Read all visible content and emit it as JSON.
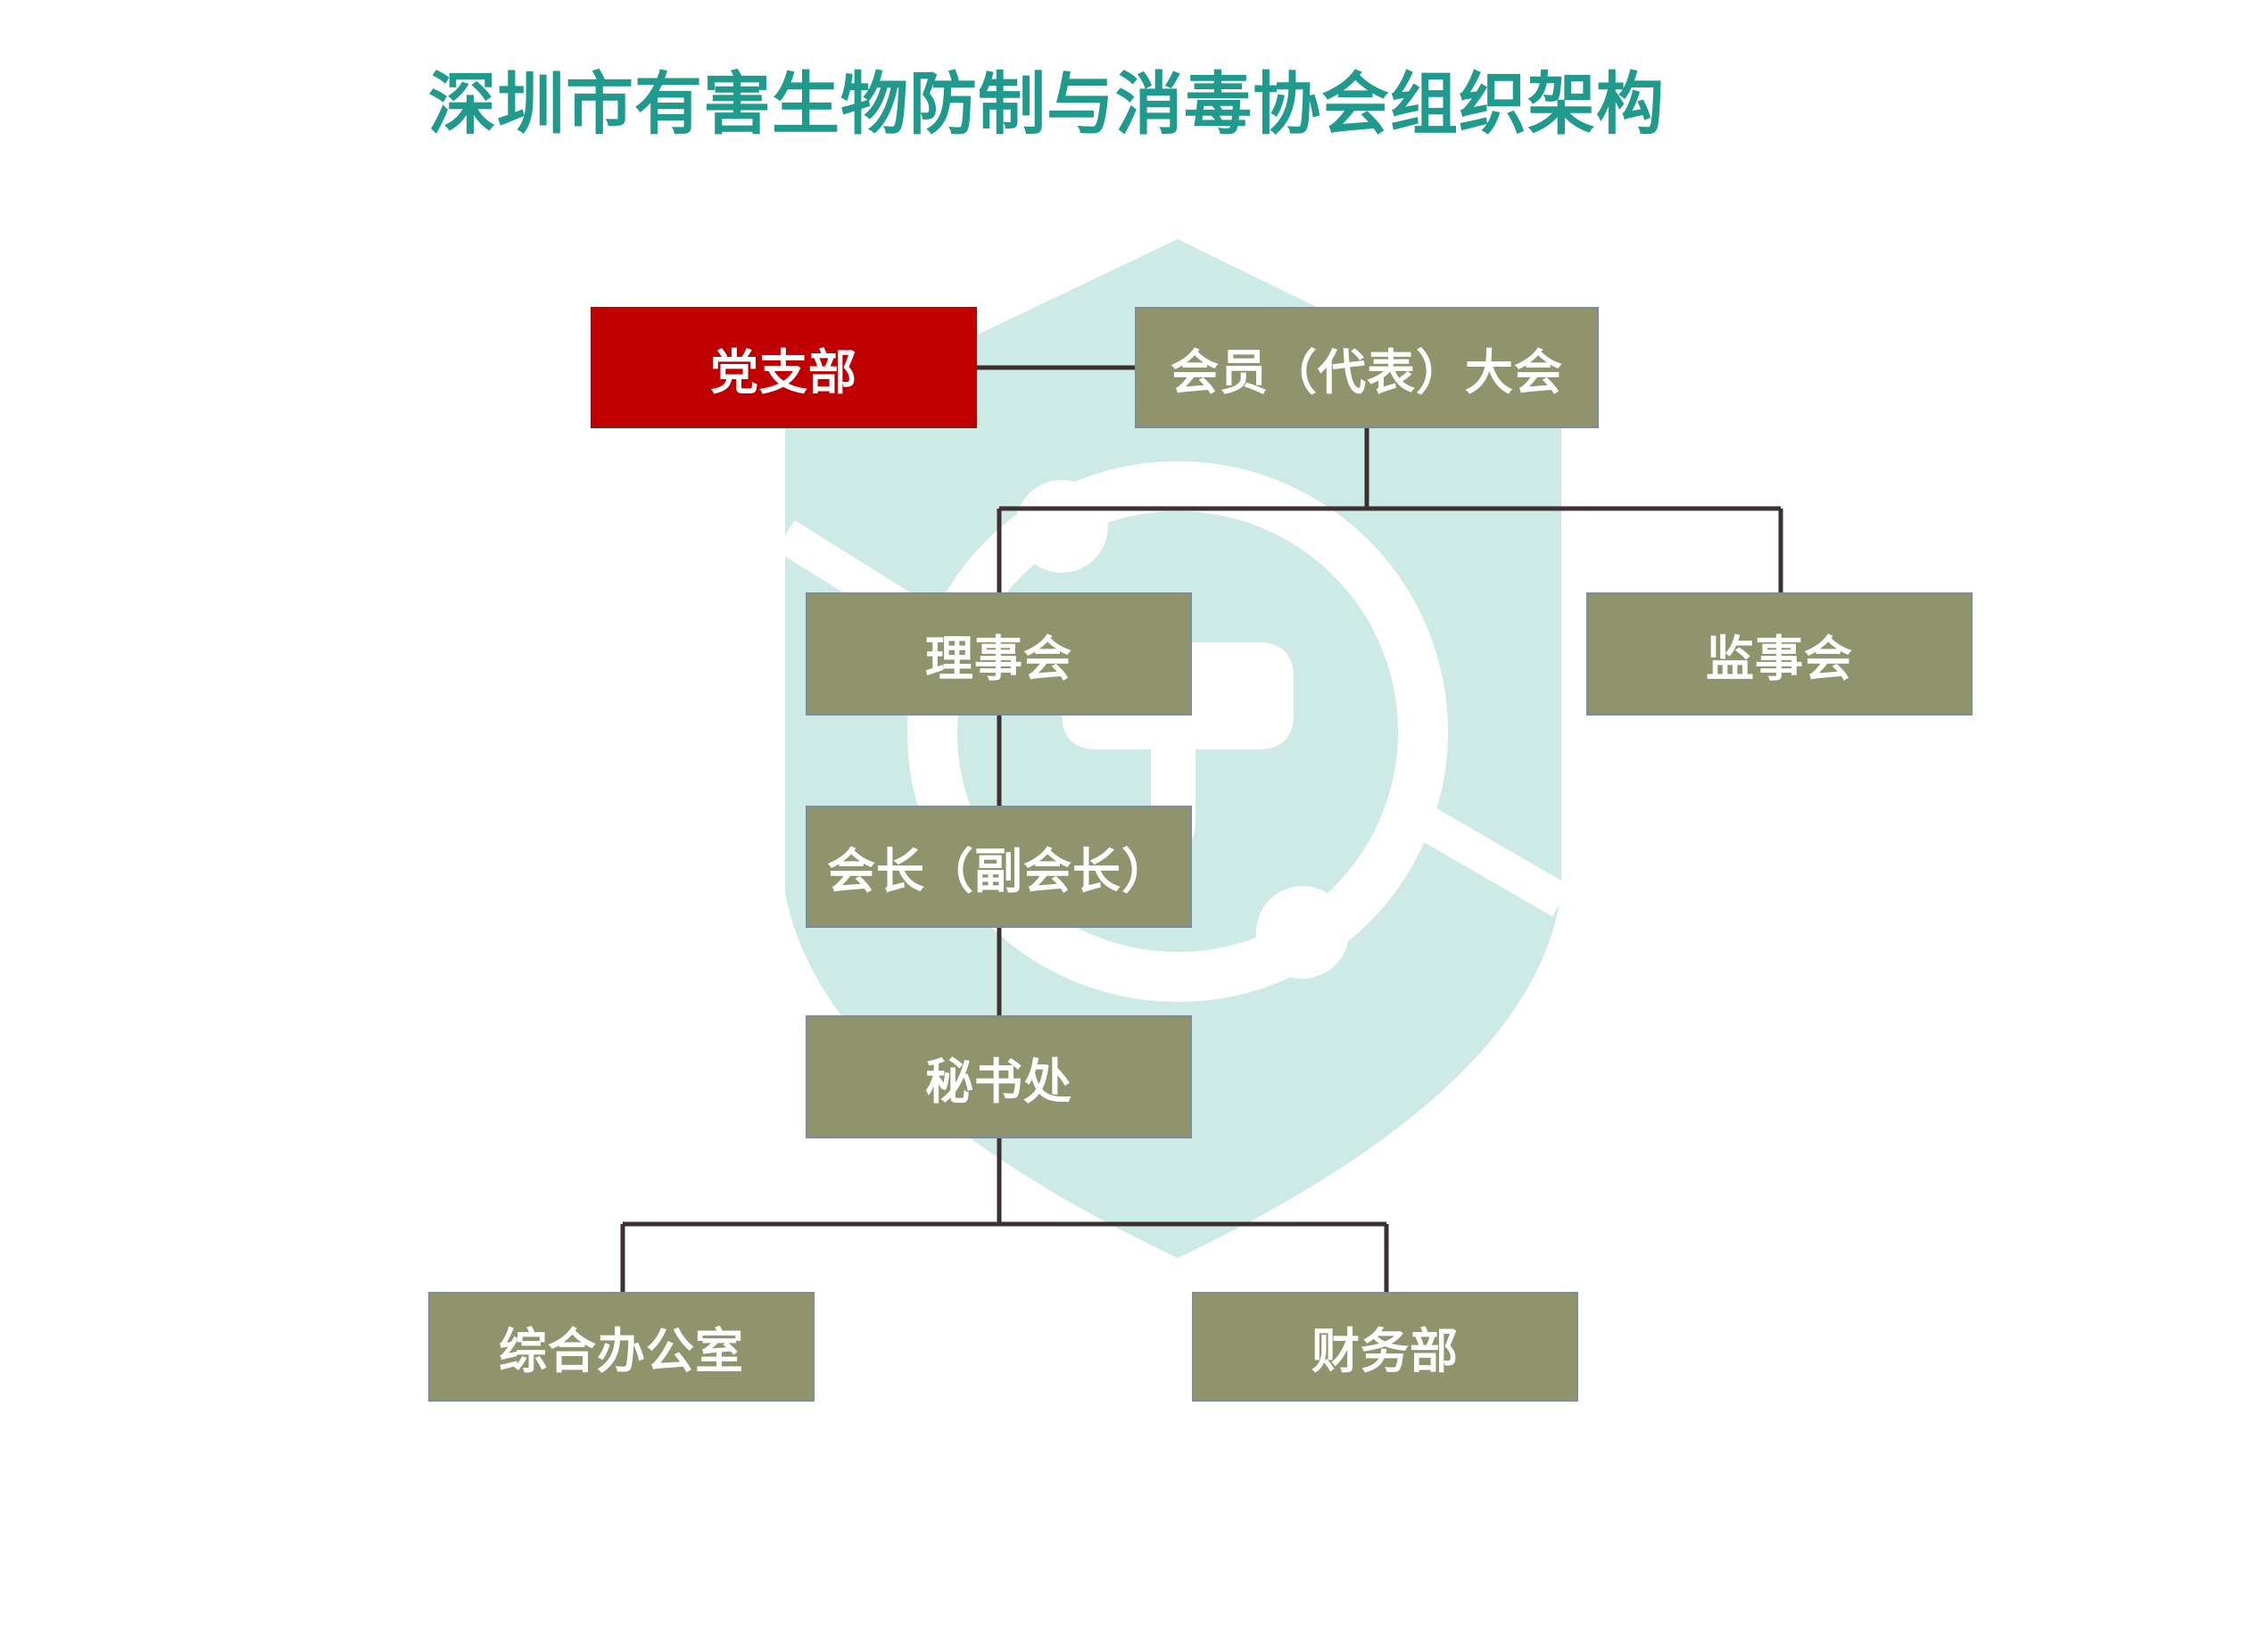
{
  "title": "深圳市有害生物防制与消毒协会组织架构",
  "colors": {
    "title": "#1f9a8c",
    "node_fill": "#8f946d",
    "party_fill": "#c00000",
    "connector": "#3d3030",
    "watermark": "#cdeae6"
  },
  "nodes": {
    "party_branch": "党支部",
    "general_assembly": "会员（代表）大会",
    "council": "理事会",
    "supervisory_board": "监事会",
    "president": "会长（副会长）",
    "secretariat": "秘书处",
    "general_office": "综合办公室",
    "finance_dept": "财务部"
  }
}
